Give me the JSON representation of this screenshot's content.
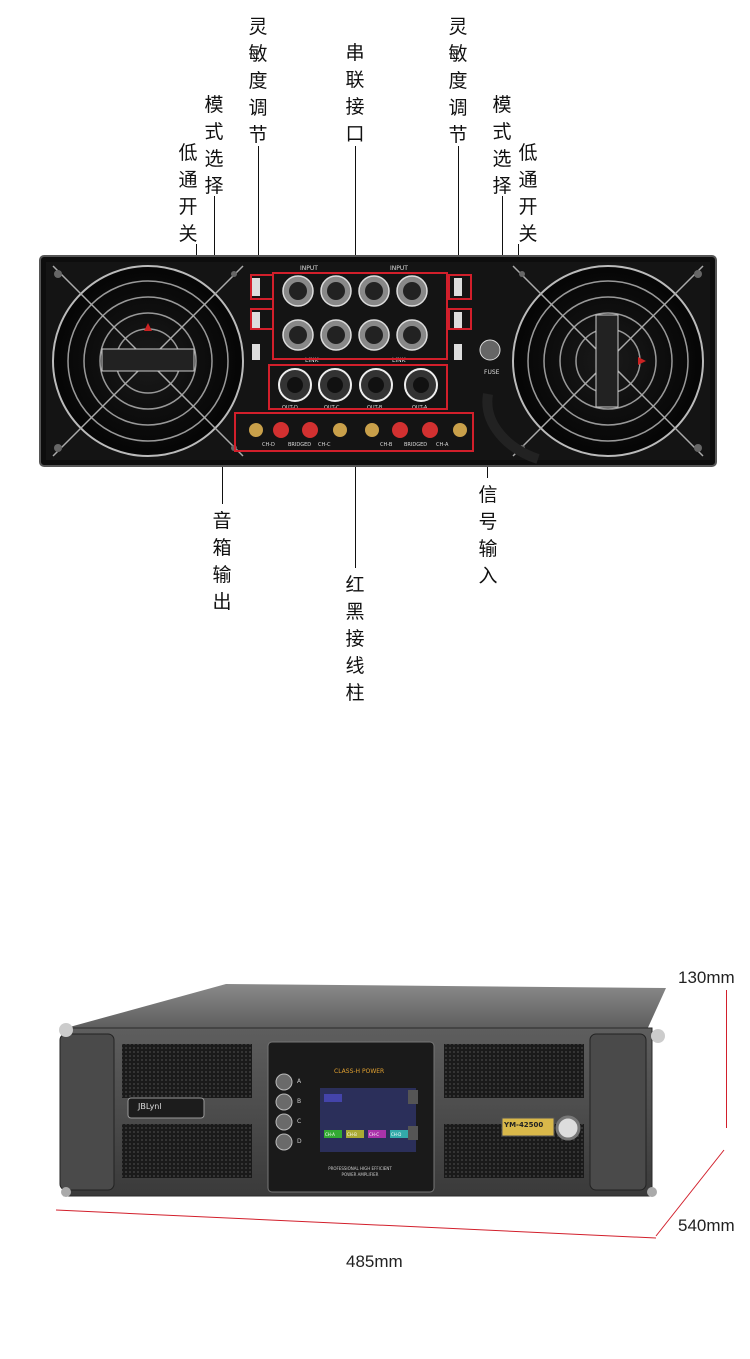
{
  "rear_panel": {
    "labels": {
      "sens_left": "灵敏度调节",
      "series": "串联接口",
      "sens_right": "灵敏度调节",
      "mode_left": "模式选择",
      "lowpass_left": "低通开关",
      "mode_right": "模式选择",
      "lowpass_right": "低通开关",
      "speaker_out": "音箱输出",
      "binding_posts": "红黑接线柱",
      "signal_in": "信号输入"
    },
    "panel_text": {
      "input_left": "INPUT",
      "input_right": "INPUT",
      "link_left": "LINK",
      "link_right": "LINK",
      "fuse": "FUSE",
      "out_d": "OUT-D",
      "out_c": "OUT-C",
      "out_b": "OUT-B",
      "out_a": "OUT-A",
      "ch_d": "CH-D",
      "bridged_left": "BRIDGED",
      "ch_c": "CH-C",
      "ch_b": "CH-B",
      "bridged_right": "BRIDGED",
      "ch_a": "CH-A"
    }
  },
  "front_panel": {
    "brand_badge": "JBLynl",
    "display_brand": "CLASS-H POWER",
    "display_caption": "PROFESSIONAL HIGH EFFICIENT POWER AMPLIFIER",
    "knob_labels": [
      "A",
      "B",
      "C",
      "D"
    ],
    "model": "YM-42500",
    "channels": [
      "CH-A",
      "CH-B",
      "CH-C",
      "CH-D"
    ]
  },
  "dimensions": {
    "height": "130mm",
    "depth": "540mm",
    "width": "485mm"
  }
}
